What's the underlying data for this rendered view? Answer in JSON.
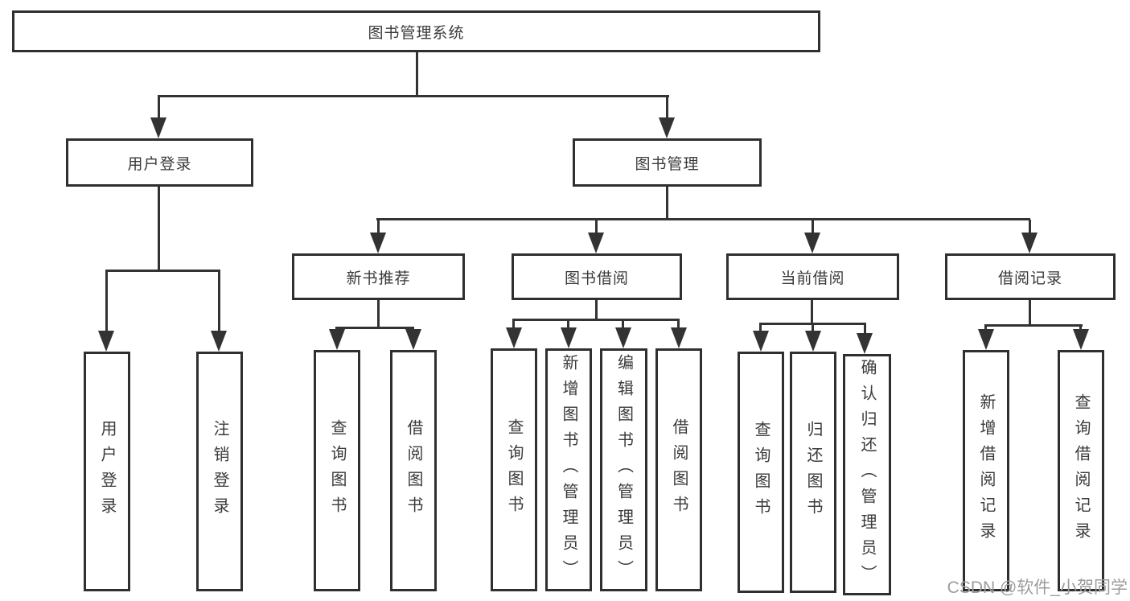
{
  "colors": {
    "background": "#ffffff",
    "line": "#333333",
    "box_border": "#2f2f2f",
    "text": "#3a3a3a",
    "watermark": "#9c9c9c"
  },
  "watermark": {
    "text": "CSDN @软件_小贺同学"
  },
  "tree": {
    "label": "图书管理系统",
    "children": [
      {
        "label": "用户登录",
        "children": [
          {
            "label": "用户登录"
          },
          {
            "label": "注销登录"
          }
        ]
      },
      {
        "label": "图书管理",
        "children": [
          {
            "label": "新书推荐",
            "children": [
              {
                "label": "查询图书"
              },
              {
                "label": "借阅图书"
              }
            ]
          },
          {
            "label": "图书借阅",
            "children": [
              {
                "label": "查询图书"
              },
              {
                "label": "新增图书（管理员）"
              },
              {
                "label": "编辑图书（管理员）"
              },
              {
                "label": "借阅图书"
              }
            ]
          },
          {
            "label": "当前借阅",
            "children": [
              {
                "label": "查询图书"
              },
              {
                "label": "归还图书"
              },
              {
                "label": "确认归还（管理员）"
              }
            ]
          },
          {
            "label": "借阅记录",
            "children": [
              {
                "label": "新增借阅记录"
              },
              {
                "label": "查询借阅记录"
              }
            ]
          }
        ]
      }
    ]
  }
}
